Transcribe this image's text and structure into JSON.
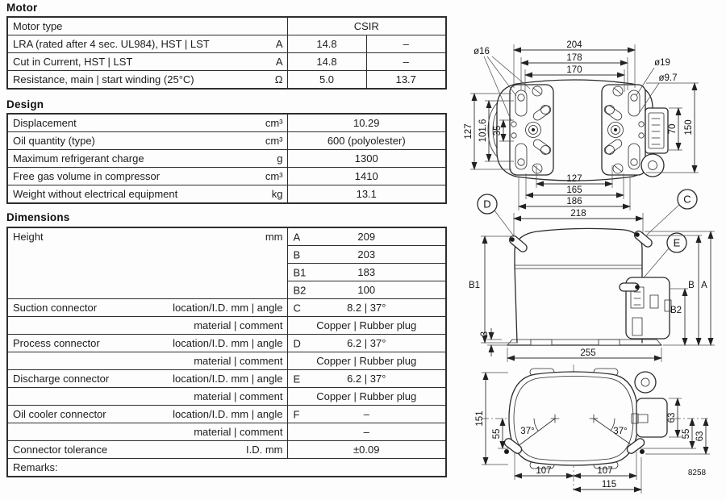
{
  "motor": {
    "title": "Motor",
    "type_row": {
      "label": "Motor type",
      "value": "CSIR"
    },
    "rows": [
      {
        "label": "LRA (rated after 4 sec. UL984), HST | LST",
        "unit": "A",
        "v1": "14.8",
        "v2": "–"
      },
      {
        "label": "Cut in Current, HST | LST",
        "unit": "A",
        "v1": "14.8",
        "v2": "–"
      },
      {
        "label": "Resistance, main | start winding (25°C)",
        "unit": "Ω",
        "v1": "5.0",
        "v2": "13.7"
      }
    ]
  },
  "design": {
    "title": "Design",
    "rows": [
      {
        "label": "Displacement",
        "unit": "cm³",
        "value": "10.29"
      },
      {
        "label": "Oil quantity (type)",
        "unit": "cm³",
        "value": "600 (polyolester)"
      },
      {
        "label": "Maximum refrigerant charge",
        "unit": "g",
        "value": "1300"
      },
      {
        "label": "Free gas volume in compressor",
        "unit": "cm³",
        "value": "1410"
      },
      {
        "label": "Weight without electrical equipment",
        "unit": "kg",
        "value": "13.1"
      }
    ]
  },
  "dimensions": {
    "title": "Dimensions",
    "height": {
      "label": "Height",
      "unit": "mm",
      "entries": [
        {
          "key": "A",
          "value": "209"
        },
        {
          "key": "B",
          "value": "203"
        },
        {
          "key": "B1",
          "value": "183"
        },
        {
          "key": "B2",
          "value": "100"
        }
      ]
    },
    "connectors": [
      {
        "label": "Suction connector",
        "unit": "location/I.D. mm | angle",
        "key": "C",
        "value": "8.2 | 37°",
        "material_label": "material | comment",
        "material": "Copper | Rubber plug"
      },
      {
        "label": "Process connector",
        "unit": "location/I.D. mm | angle",
        "key": "D",
        "value": "6.2 | 37°",
        "material_label": "material | comment",
        "material": "Copper | Rubber plug"
      },
      {
        "label": "Discharge connector",
        "unit": "location/I.D. mm | angle",
        "key": "E",
        "value": "6.2 | 37°",
        "material_label": "material | comment",
        "material": "Copper | Rubber plug"
      },
      {
        "label": "Oil cooler connector",
        "unit": "location/I.D. mm | angle",
        "key": "F",
        "value": "–",
        "material_label": "material | comment",
        "material": "–"
      }
    ],
    "tolerance": {
      "label": "Connector tolerance",
      "unit": "I.D. mm",
      "value": "±0.09"
    },
    "remarks_label": "Remarks:"
  },
  "drawings": {
    "top_view": {
      "d204": "204",
      "d178": "178",
      "d170": "170",
      "dia16": "ø16",
      "dia19": "ø19",
      "dia9_7": "ø9.7",
      "d127_left": "127",
      "d101_6": "101.6",
      "d35": "35",
      "d150": "150",
      "d70": "70",
      "d127_bottom": "127",
      "d165": "165",
      "d186": "186"
    },
    "front_view": {
      "d218": "218",
      "label_d": "D",
      "label_c": "C",
      "label_e": "E",
      "b1": "B1",
      "d3": "3",
      "d255": "255",
      "b": "B",
      "a": "A",
      "b2": "B2"
    },
    "bottom_view": {
      "d151": "151",
      "d55_left": "55",
      "angle_left": "37°",
      "angle_right": "37°",
      "d63_inner": "63",
      "d55_right": "55",
      "d63_outer": "63",
      "d107_left": "107",
      "d107_right": "107",
      "d115": "115",
      "figure_number": "8258"
    }
  }
}
